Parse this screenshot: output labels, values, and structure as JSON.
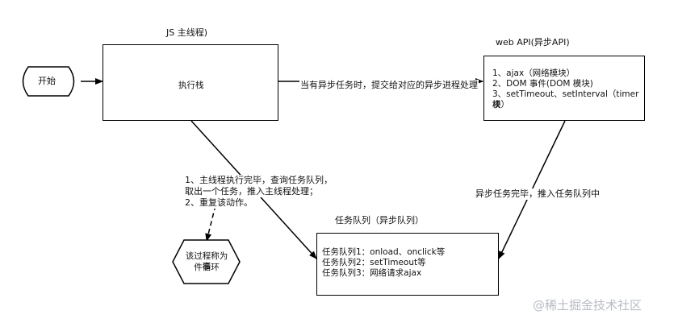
{
  "main_thread": {
    "title": "JS 主线程)",
    "stack_label": "执行栈"
  },
  "start_node": {
    "label": "开始"
  },
  "web_api": {
    "title": "web API(异步API)",
    "items": [
      "1、ajax（网络模块）",
      "2、DOM 事件(DOM 模块)",
      "3、setTimeout、setInterval（timer 模",
      "块）"
    ]
  },
  "edges": {
    "stack_to_api": "当有异步任务时，提交给对应的异步进程处理",
    "api_to_queue": "异步任务完毕，推入任务队列中",
    "loop_notes": [
      "1、主线程执行完毕，查询任务队列，",
      "取出一个任务，推入主线程处理；",
      "2、重复该动作。"
    ]
  },
  "event_loop_node": {
    "lines": [
      "该过程称为事",
      "件循环"
    ]
  },
  "task_queue": {
    "title": "任务队列（异步队列）",
    "items": [
      "任务队列1：onload、onclick等",
      "任务队列2：setTimeout等",
      "任务队列3：网络请求ajax"
    ]
  },
  "watermark": {
    "text": "@稀土掘金技术社区"
  }
}
